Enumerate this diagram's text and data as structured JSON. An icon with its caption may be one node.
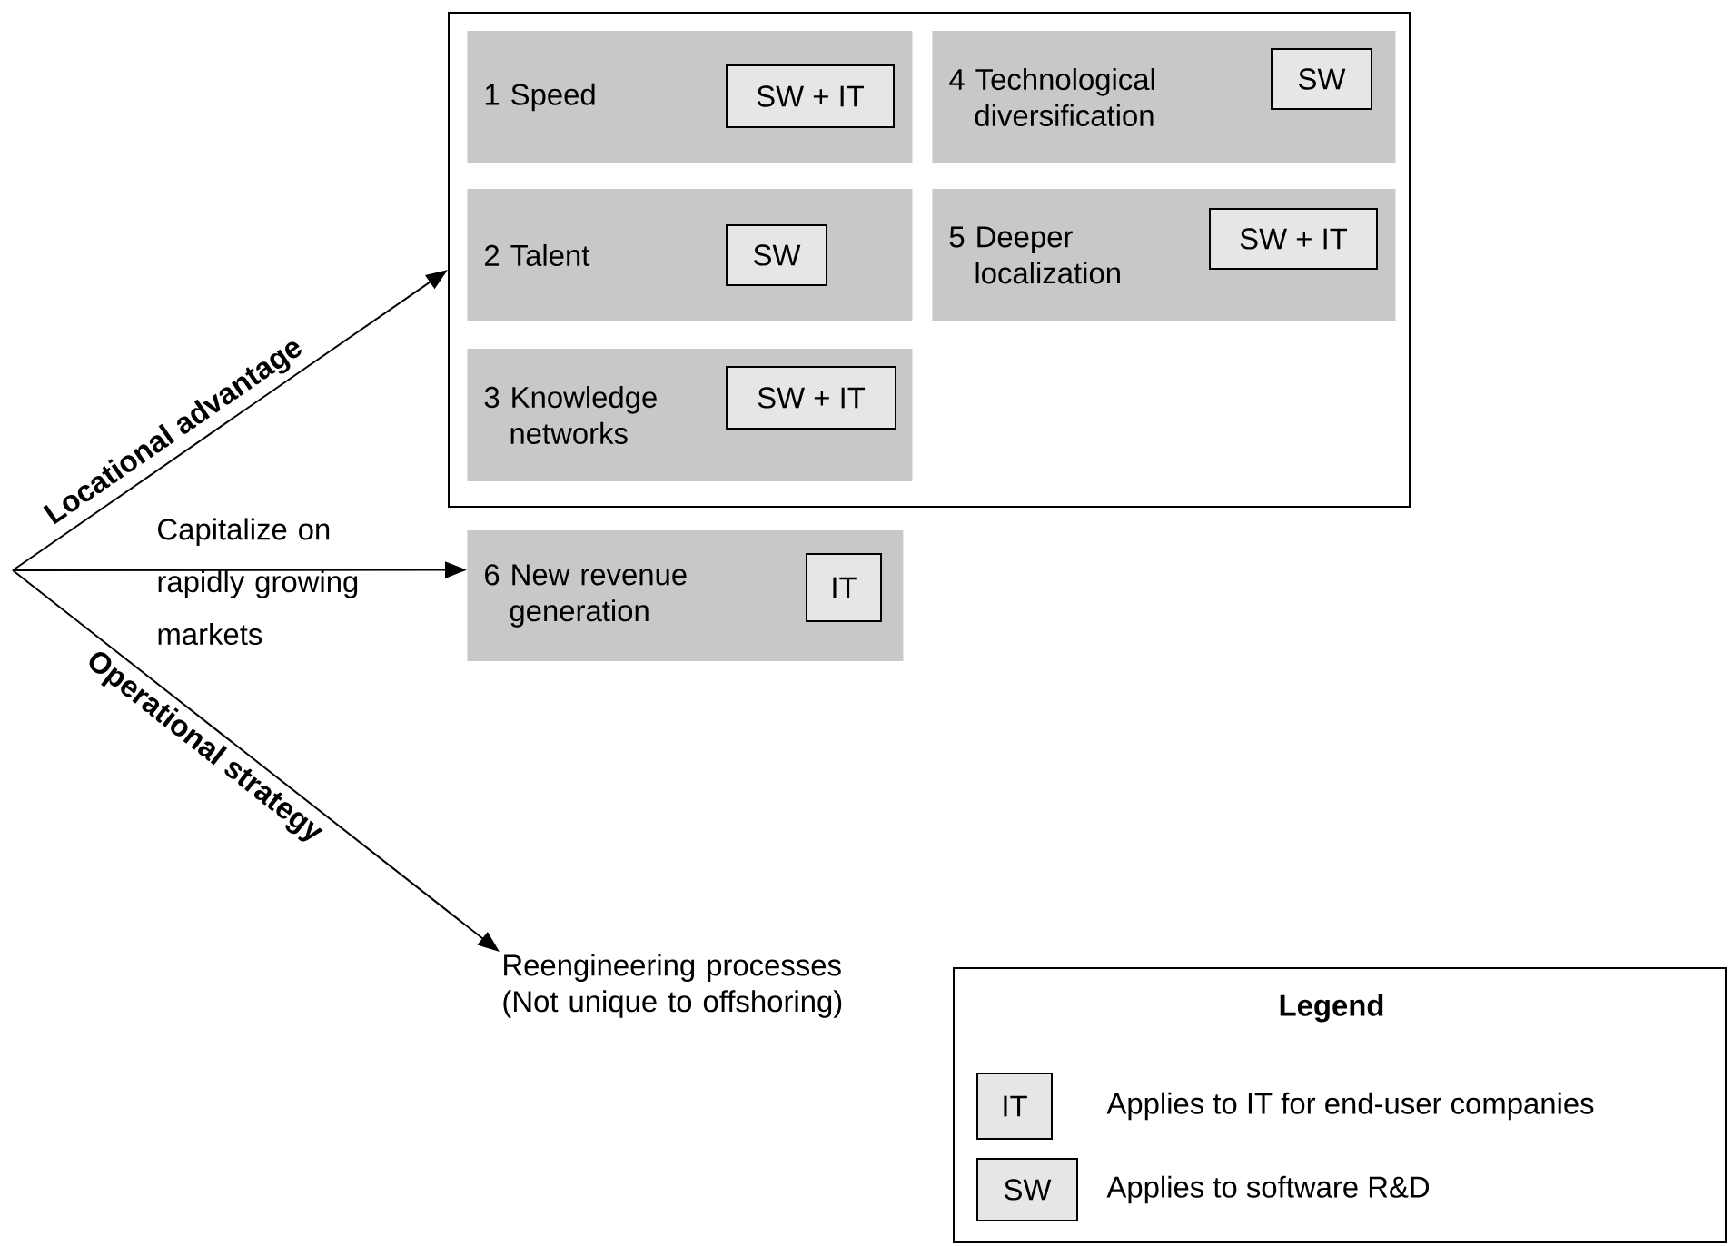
{
  "diagram": {
    "nodes": [
      {
        "text": [],
        "shape": "box"
      },
      {
        "text": [
          "1 Speed"
        ],
        "in": 0
      },
      {
        "text": [
          "SW + IT"
        ],
        "in": 1
      },
      {
        "text": [
          "4 Technological diversification"
        ],
        "in": 0
      },
      {
        "text": [
          "SW"
        ],
        "in": 3
      },
      {
        "text": [
          "2 Talent"
        ],
        "in": 0
      },
      {
        "text": [
          "SW"
        ],
        "in": 5
      },
      {
        "text": [
          "5 Deeper localization"
        ],
        "in": 0
      },
      {
        "text": [
          "SW + IT"
        ],
        "in": 7
      },
      {
        "text": [
          "3 Knowledge networks"
        ],
        "in": 0
      },
      {
        "text": [
          "SW + IT"
        ],
        "in": 9
      },
      {
        "text": [
          "6 New revenue generation"
        ]
      },
      {
        "text": [
          "IT"
        ],
        "in": 11
      },
      {
        "text": [
          "Reengineering processes (Not unique to offshoring)"
        ]
      }
    ],
    "edges": [
      {
        "from": null,
        "to": 0,
        "arrow": "to",
        "label": "Locational advantage"
      },
      {
        "from": null,
        "to": 11,
        "arrow": "to",
        "label": "Capitalize on rapidly growing markets"
      },
      {
        "from": null,
        "to": 13,
        "arrow": "to",
        "label": "Operational strategy"
      }
    ],
    "labels": [
      "Legend",
      "IT",
      "SW"
    ],
    "legend": [
      {
        "text": "Applies to IT for end-user companies",
        "color": "#e6e6e6"
      },
      {
        "text": "Applies to software R&D",
        "color": "#e6e6e6"
      }
    ]
  }
}
